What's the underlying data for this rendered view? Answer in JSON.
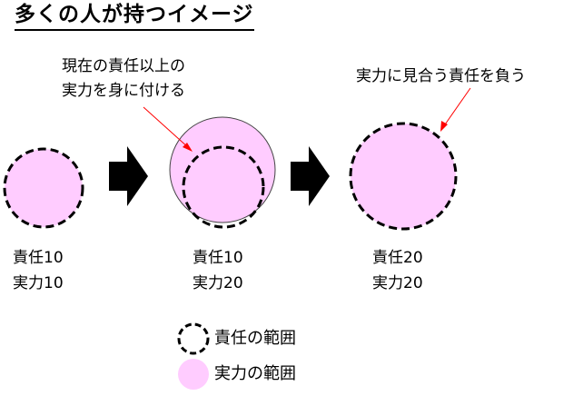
{
  "title": "多くの人が持つイメージ",
  "annotations": {
    "middle_line1": "現在の責任以上の",
    "middle_line2": "実力を身に付ける",
    "right": "実力に見合う責任を負う"
  },
  "stages": [
    {
      "responsibility_label": "責任10",
      "ability_label": "実力10"
    },
    {
      "responsibility_label": "責任10",
      "ability_label": "実力20"
    },
    {
      "responsibility_label": "責任20",
      "ability_label": "実力20"
    }
  ],
  "legend": {
    "responsibility": "責任の範囲",
    "ability": "実力の範囲"
  },
  "colors": {
    "ability_fill": "#ffccff",
    "arrow": "#000000",
    "annotation_arrow": "#ff0000"
  }
}
